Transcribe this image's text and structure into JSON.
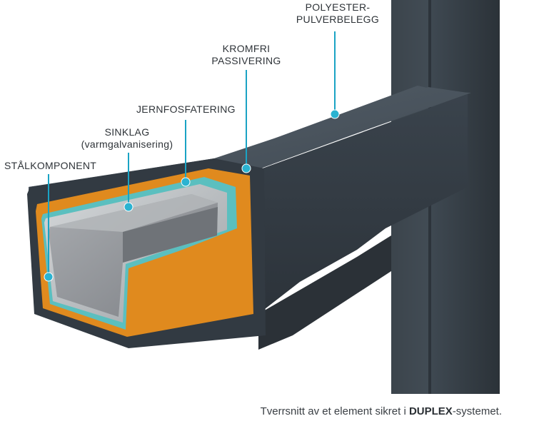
{
  "labels": {
    "polyester_line1": "POLYESTER-",
    "polyester_line2": "PULVERBELEGG",
    "kromfri_line1": "KROMFRI",
    "kromfri_line2": "PASSIVERING",
    "jernfosfatering": "JERNFOSFATERING",
    "sinklag_line1": "SINKLAG",
    "sinklag_line2": "(varmgalvanisering)",
    "stalkomponent": "STÅLKOMPONENT"
  },
  "caption": {
    "prefix": "Tverrsnitt av et element sikret i ",
    "bold": "DUPLEX",
    "suffix": "-systemet."
  },
  "colors": {
    "beam_dark": "#3d464f",
    "beam_top": "#4a545e",
    "orange_layer": "#e08a1e",
    "teal_layer": "#5bbfbf",
    "zinc_layer": "#b9bec2",
    "steel_core": "#8f9296",
    "leader_line": "#1aa3c4",
    "dot": "#2bb3d1"
  }
}
